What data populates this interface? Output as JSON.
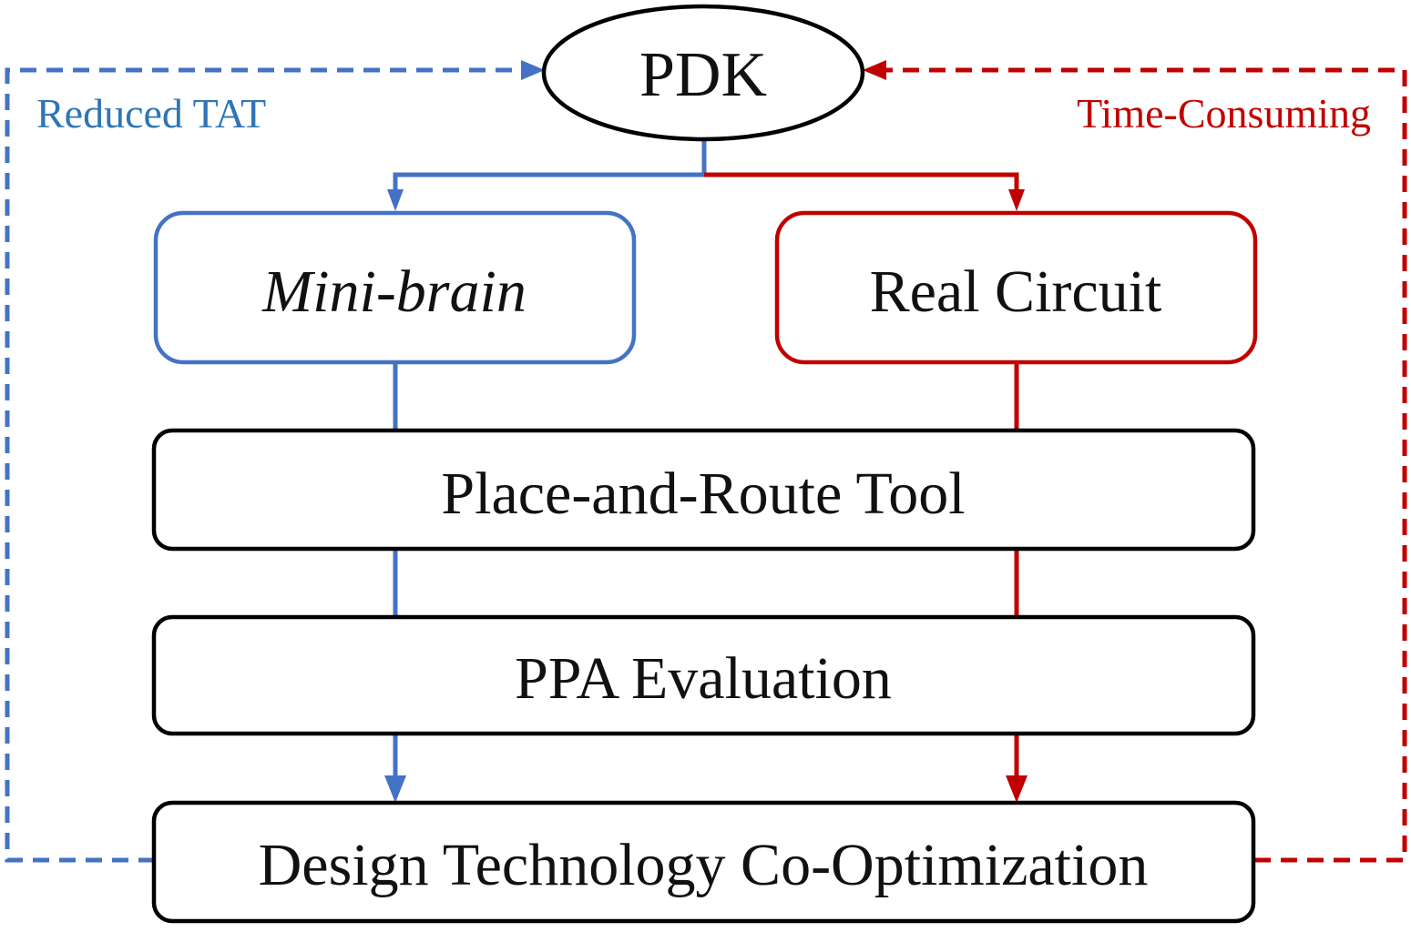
{
  "nodes": {
    "pdk": "PDK",
    "mini_brain": "Mini-brain",
    "real_circuit": "Real Circuit",
    "place_and_route": "Place-and-Route Tool",
    "ppa_evaluation": "PPA Evaluation",
    "dtco": "Design Technology Co-Optimization"
  },
  "labels": {
    "left_loop": "Reduced TAT",
    "right_loop": "Time-Consuming"
  },
  "colors": {
    "blue_path": "#4472C4",
    "red_path": "#C00000",
    "left_label_text": "#2E75B6",
    "right_label_text": "#C00000",
    "box_border": "#000000"
  }
}
